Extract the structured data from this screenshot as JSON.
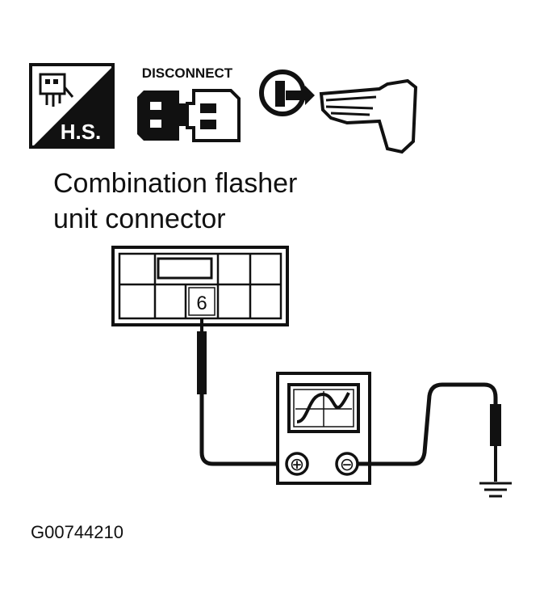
{
  "icons": {
    "hs_badge": "H.S.",
    "disconnect": "DISCONNECT",
    "harness_icon": "harness-connector-icon",
    "disconnect_icon": "connector-disconnect-icon",
    "key_icon": "ignition-key-off-icon"
  },
  "title": {
    "line1": "Combination flasher",
    "line2": "unit connector"
  },
  "connector": {
    "terminal": "6"
  },
  "meter": {
    "plus": "⊕",
    "minus": "⊖"
  },
  "figure_code": "G00744210",
  "colors": {
    "ink": "#111111",
    "background": "#ffffff"
  }
}
